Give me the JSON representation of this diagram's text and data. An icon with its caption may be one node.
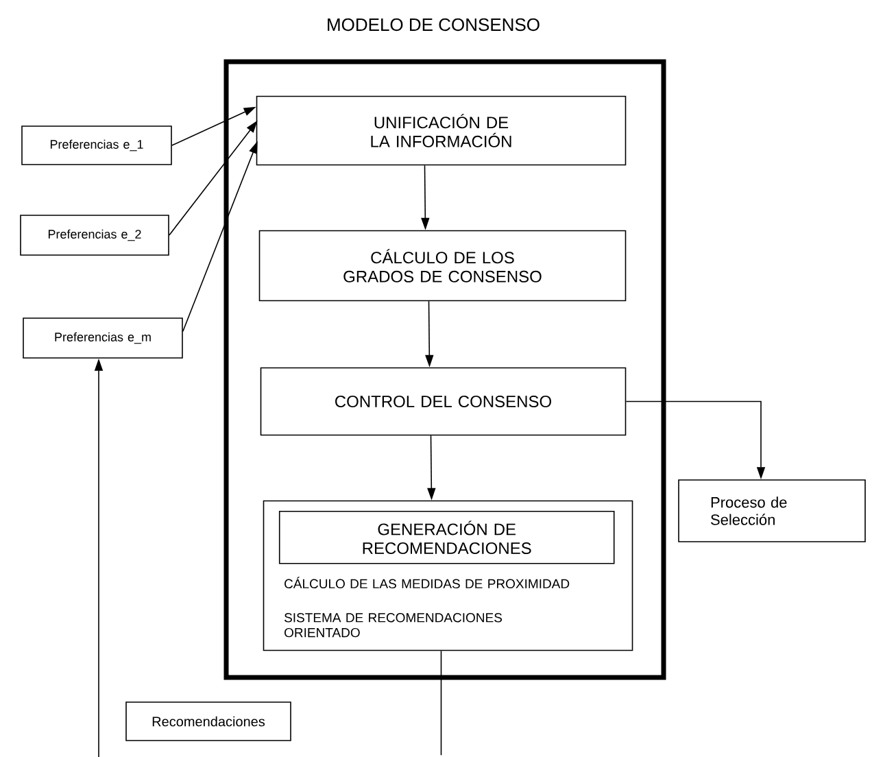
{
  "diagram": {
    "nodes": [
      {
        "text": [
          "MODELO DE CONSENSO"
        ]
      },
      {
        "text": [
          "Preferencias  e_1"
        ]
      },
      {
        "text": [
          "Preferencias  e_2"
        ]
      },
      {
        "text": [
          "Preferencias e_m"
        ]
      },
      {
        "text": [
          "UNIFICACIÓN DE LA INFORMACIÓN"
        ],
        "in": 0
      },
      {
        "text": [
          "CÁLCULO DE LOS GRADOS DE CONSENSO"
        ],
        "in": 0
      },
      {
        "text": [
          "CONTROL DEL CONSENSO"
        ],
        "in": 0
      },
      {
        "text": [
          "CÁLCULO DE LAS MEDIDAS DE PROXIMIDAD",
          "SISTEMA DE RECOMENDACIONES ORIENTADO"
        ],
        "in": 0
      },
      {
        "text": [
          "GENERACIÓN DE RECOMENDACIONES"
        ],
        "in": 7
      },
      {
        "text": [
          "Proceso de Selección"
        ]
      },
      {
        "text": [
          "Recomendaciones"
        ]
      }
    ],
    "edges": [
      {
        "from": 1,
        "to": 4,
        "arrow": "to"
      },
      {
        "from": 2,
        "to": 4,
        "arrow": "to"
      },
      {
        "from": 3,
        "to": 4,
        "arrow": "to"
      },
      {
        "from": 4,
        "to": 5,
        "arrow": "to"
      },
      {
        "from": 5,
        "to": 6,
        "arrow": "to"
      },
      {
        "from": 6,
        "to": 7,
        "arrow": "to"
      },
      {
        "from": 6,
        "to": 9,
        "arrow": "to"
      },
      {
        "from": 7,
        "to": null,
        "arrow": "none"
      },
      {
        "from": null,
        "to": 3,
        "arrow": "to"
      }
    ]
  }
}
